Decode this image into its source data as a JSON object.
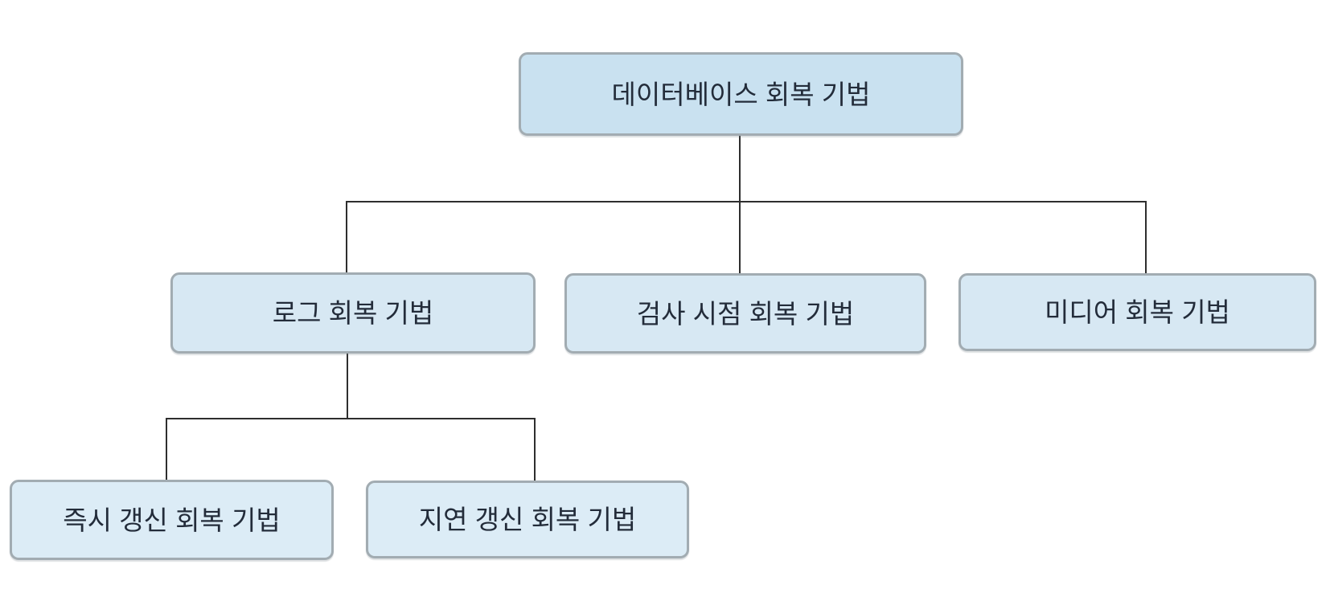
{
  "nodes": {
    "root": {
      "label": "데이터베이스 회복 기법"
    },
    "log": {
      "label": "로그 회복 기법"
    },
    "checkpoint": {
      "label": "검사 시점 회복 기법"
    },
    "media": {
      "label": "미디어 회복 기법"
    },
    "immediate": {
      "label": "즉시 갱신 회복 기법"
    },
    "deferred": {
      "label": "지연 갱신 회복 기법"
    }
  },
  "hierarchy": [
    {
      "parent": "데이터베이스 회복 기법",
      "children": [
        "로그 회복 기법",
        "검사 시점 회복 기법",
        "미디어 회복 기법"
      ]
    },
    {
      "parent": "로그 회복 기법",
      "children": [
        "즉시 갱신 회복 기법",
        "지연 갱신 회복 기법"
      ]
    }
  ],
  "colors": {
    "node_fill_root": "#c9e1f0",
    "node_fill_mid": "#d7e8f3",
    "node_fill_leaf": "#dcecf6",
    "node_border": "#a2acb2",
    "node_text": "#232c3a",
    "connector": "#2e2e2e",
    "background": "#ffffff"
  }
}
